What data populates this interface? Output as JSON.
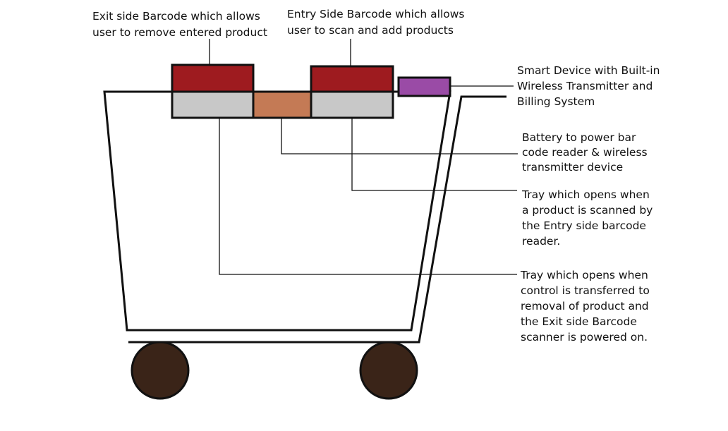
{
  "colors": {
    "outline": "#111111",
    "barcode": "#9e1b1f",
    "tray": "#c8c8c8",
    "battery": "#c47a55",
    "device": "#9a4ba6",
    "wheel": "#3a2418",
    "background": "#ffffff"
  },
  "labels": {
    "exit_barcode": [
      "Exit side Barcode which allows",
      "user to remove entered product"
    ],
    "entry_barcode": [
      "Entry Side Barcode which allows",
      "user to scan and add products"
    ],
    "smart_device": [
      "Smart Device with Built-in",
      "Wireless Transmitter and",
      "Billing System"
    ],
    "battery": [
      "Battery to power bar",
      "code reader & wireless",
      "transmitter device"
    ],
    "entry_tray": [
      "Tray which opens when",
      "a product is scanned by",
      "the Entry side barcode",
      "reader."
    ],
    "exit_tray": [
      "Tray which opens when",
      "control is transferred to",
      "removal of product and",
      "the Exit side Barcode",
      "scanner is powered on."
    ]
  }
}
